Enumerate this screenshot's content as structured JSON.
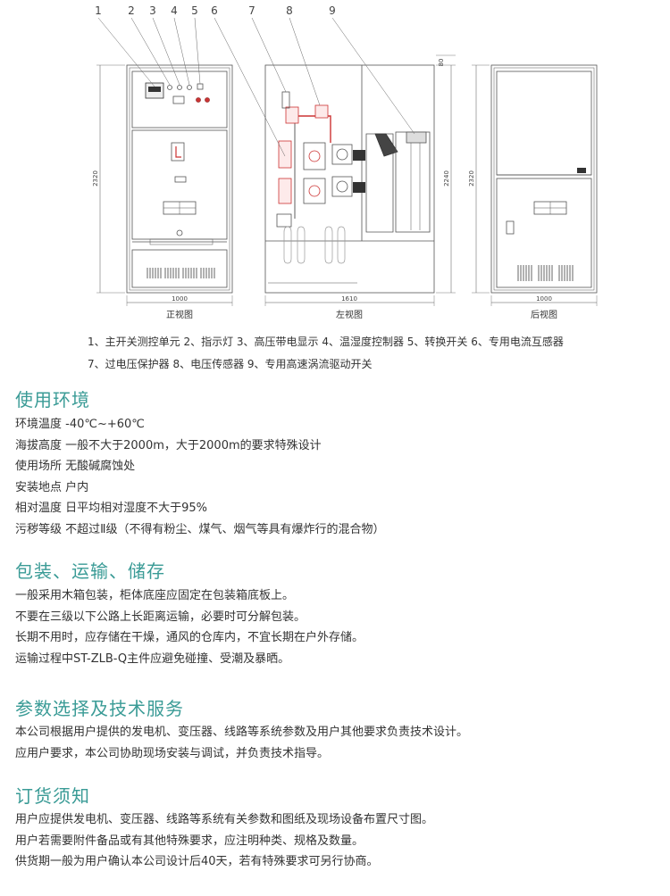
{
  "diagram": {
    "callout_numbers": [
      "1",
      "2",
      "3",
      "4",
      "5",
      "6",
      "7",
      "8",
      "9"
    ],
    "dimensions": {
      "front_width": "1000",
      "front_height": "2320",
      "side_width": "1610",
      "side_height": "2240",
      "side_top": "80",
      "rear_width": "1000",
      "rear_height": "2320"
    },
    "view_labels": {
      "front": "正视图",
      "side": "左视图",
      "rear": "后视图"
    }
  },
  "caption": {
    "line1": "1、主开关测控单元  2、指示灯  3、高压带电显示  4、温湿度控制器  5、转换开关  6、专用电流互感器",
    "line2": "7、过电压保护器 8、电压传感器 9、专用高速涡流驱动开关"
  },
  "sections": [
    {
      "title": "使用环境",
      "lines": [
        "环境温度 -40℃~+60℃",
        "海拔高度 一般不大于2000m，大于2000m的要求特殊设计",
        "使用场所 无酸碱腐蚀处",
        "安装地点 户内",
        "相对温度 日平均相对湿度不大于95%",
        "污秽等级 不超过Ⅱ级（不得有粉尘、煤气、烟气等具有爆炸行的混合物）"
      ]
    },
    {
      "title": "包装、运输、储存",
      "lines": [
        "一般采用木箱包装，柜体底座应固定在包装箱底板上。",
        "不要在三级以下公路上长距离运输，必要时可分解包装。",
        "长期不用时，应存储在干燥，通风的仓库内，不宜长期在户外存储。",
        "运输过程中ST-ZLB-Q主件应避免碰撞、受潮及暴晒。"
      ]
    },
    {
      "title": "参数选择及技术服务",
      "lines": [
        "本公司根据用户提供的发电机、变压器、线路等系统参数及用户其他要求负责技术设计。",
        "应用户要求，本公司协助现场安装与调试，并负责技术指导。"
      ]
    },
    {
      "title": "订货须知",
      "lines": [
        "用户应提供发电机、变压器、线路等系统有关参数和图纸及现场设备布置尺寸图。",
        "用户若需要附件备品或有其他特殊要求，应注明种类、规格及数量。",
        "供货期一般为用户确认本公司设计后40天，若有特殊要求可另行协商。"
      ]
    }
  ]
}
